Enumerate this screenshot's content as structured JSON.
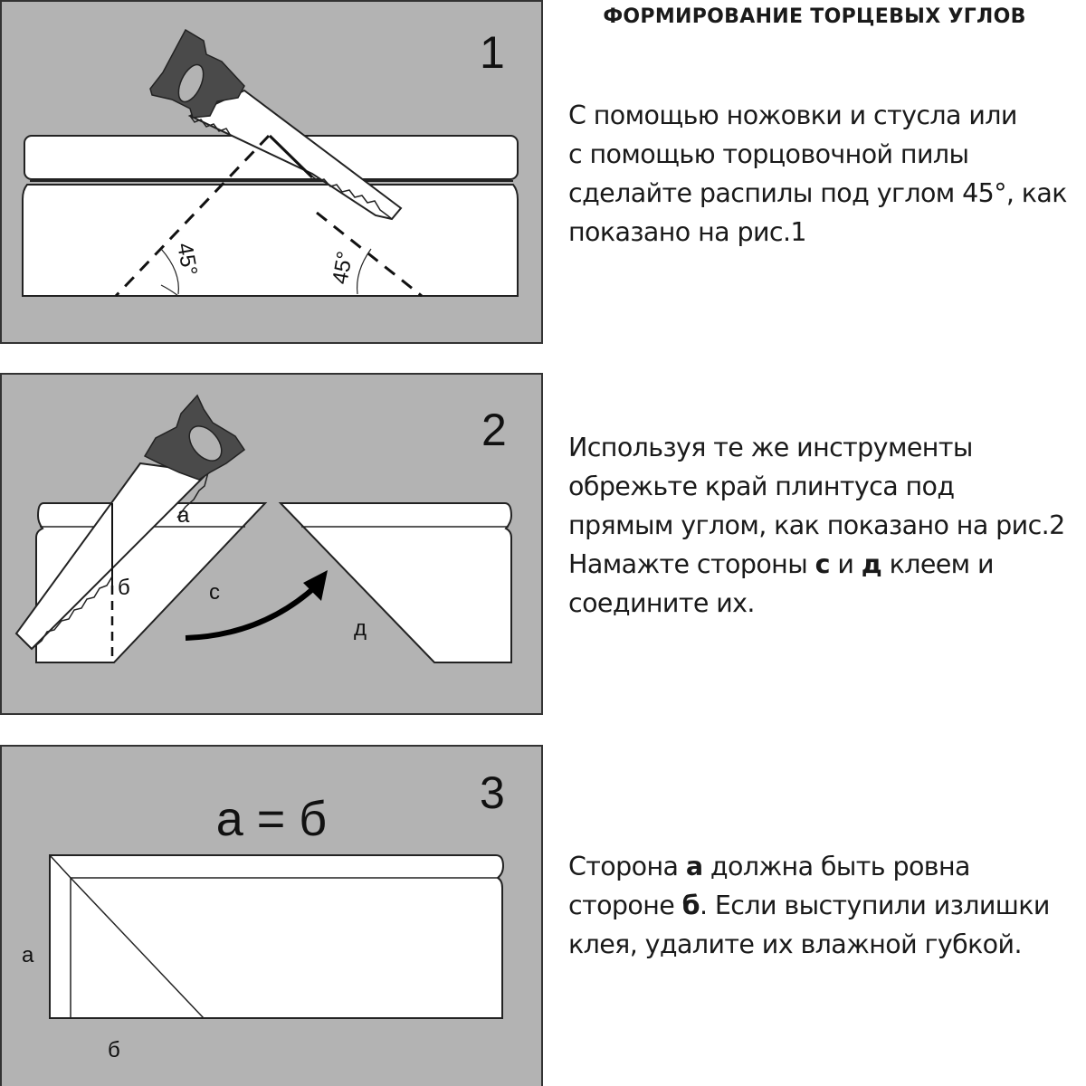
{
  "title": "ФОРМИРОВАНИЕ ТОРЦЕВЫХ УГЛОВ",
  "colors": {
    "panel_bg": "#b3b3b3",
    "board": "#ffffff",
    "handle": "#4a4a4a",
    "line": "#111111"
  },
  "steps": [
    {
      "number": "1",
      "angle_left": "45°",
      "angle_right": "45°",
      "lines": [
        "С помощью ножовки и стусла или",
        "с помощью торцовочной пилы",
        "сделайте распилы под углом 45°, как",
        "показано на рис.1"
      ]
    },
    {
      "number": "2",
      "labels": {
        "a": "а",
        "b": "б",
        "c": "с",
        "d": "д"
      },
      "lines": [
        "Используя те же инструменты",
        "обрежьте край плинтуса под",
        "прямым углом, как показано на рис.2"
      ],
      "line4_pre": "Намажте стороны ",
      "line4_c": "с",
      "line4_mid": " и ",
      "line4_d": "д",
      "line4_post": " клеем и",
      "line5": "соедините их."
    },
    {
      "number": "3",
      "equation": "а = б",
      "labels": {
        "a": "а",
        "b": "б"
      },
      "l1_pre": "Сторона ",
      "l1_a": "а",
      "l1_post": " должна быть ровна",
      "l2_pre": "стороне ",
      "l2_b": "б",
      "l2_post": ". Если выступили излишки",
      "l3": "клея, удалите их влажной губкой."
    }
  ]
}
